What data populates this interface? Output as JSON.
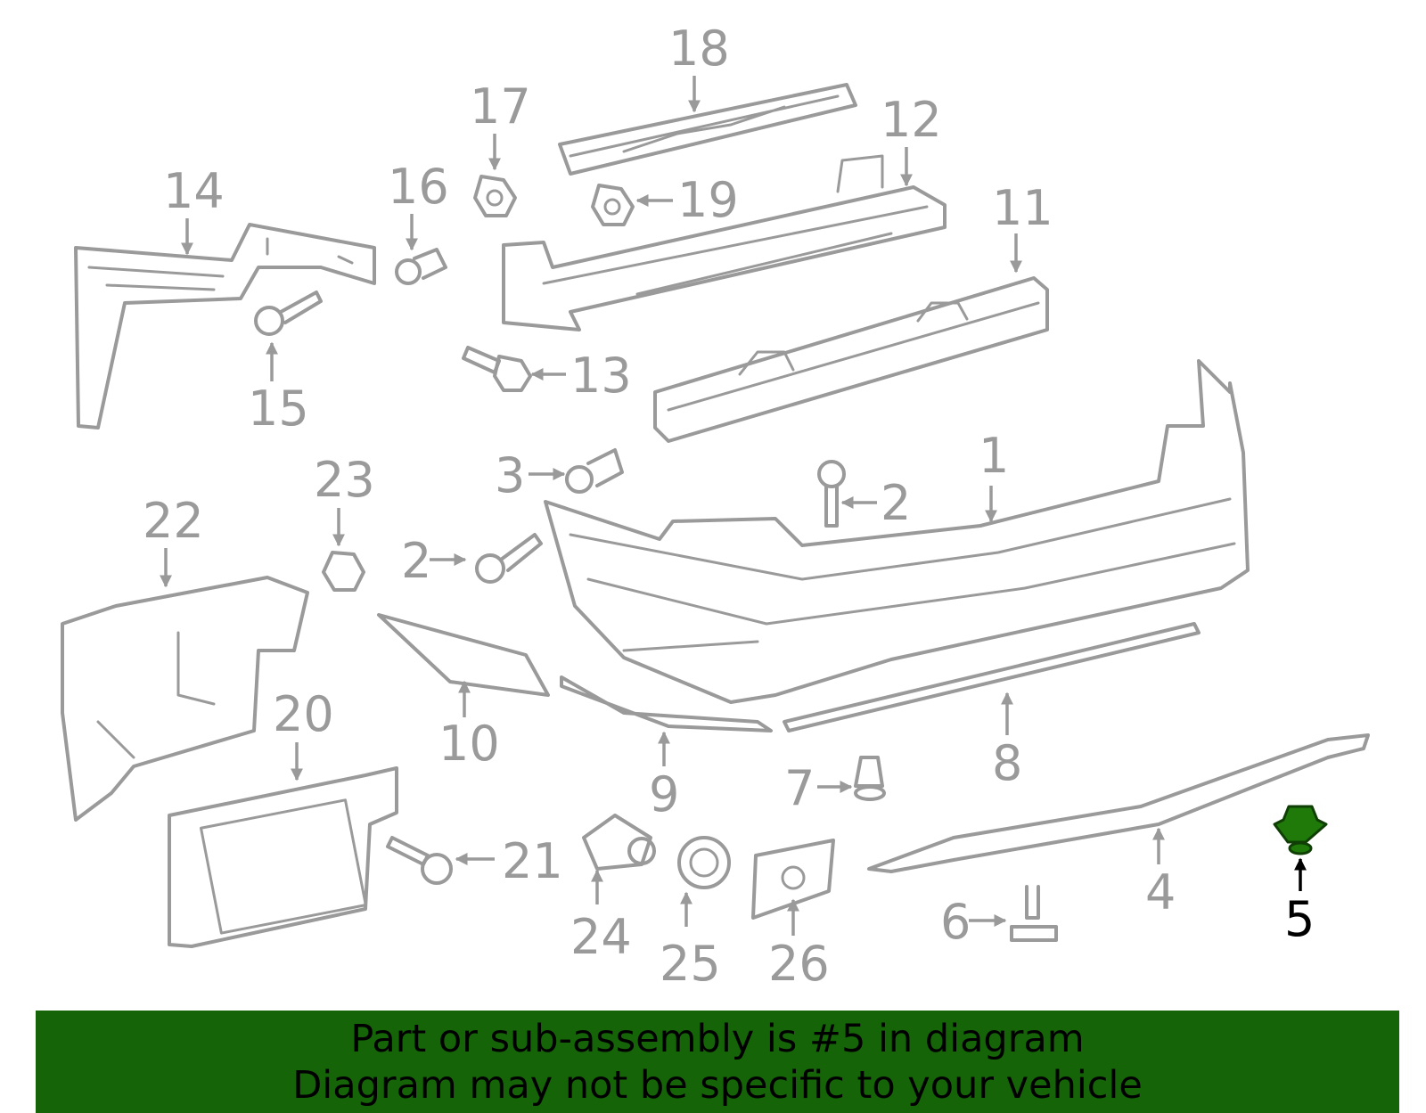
{
  "callouts": {
    "n1": "1",
    "n2a": "2",
    "n2b": "2",
    "n3": "3",
    "n4": "4",
    "n5": "5",
    "n6": "6",
    "n7": "7",
    "n8": "8",
    "n9": "9",
    "n10": "10",
    "n11": "11",
    "n12": "12",
    "n13": "13",
    "n14": "14",
    "n15": "15",
    "n16": "16",
    "n17": "17",
    "n18": "18",
    "n19": "19",
    "n20": "20",
    "n21": "21",
    "n22": "22",
    "n23": "23",
    "n24": "24",
    "n25": "25",
    "n26": "26"
  },
  "highlight": {
    "part": "5",
    "color": "#1f7a0a"
  },
  "banner": {
    "line1": "Part or sub-assembly is #5 in diagram",
    "line2": "Diagram may not be specific to your vehicle",
    "background": "#156407"
  }
}
